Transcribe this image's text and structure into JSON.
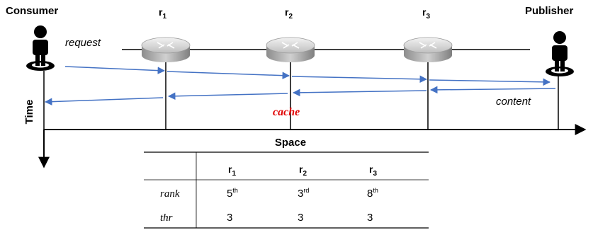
{
  "labels": {
    "consumer": "Consumer",
    "publisher": "Publisher",
    "request": "request",
    "content": "content",
    "cache": "cache",
    "time_axis": "Time",
    "space_axis": "Space"
  },
  "routers": [
    {
      "base": "r",
      "sub": "1"
    },
    {
      "base": "r",
      "sub": "2"
    },
    {
      "base": "r",
      "sub": "3"
    }
  ],
  "table": {
    "columns": [
      {
        "base": "r",
        "sub": "1"
      },
      {
        "base": "r",
        "sub": "2"
      },
      {
        "base": "r",
        "sub": "3"
      }
    ],
    "rows": [
      {
        "label": "rank",
        "values": [
          {
            "v": "5",
            "sup": "th"
          },
          {
            "v": "3",
            "sup": "rd"
          },
          {
            "v": "8",
            "sup": "th"
          }
        ]
      },
      {
        "label": "thr",
        "values": [
          {
            "v": "3",
            "sup": ""
          },
          {
            "v": "3",
            "sup": ""
          },
          {
            "v": "3",
            "sup": ""
          }
        ]
      }
    ]
  },
  "colors": {
    "arrow": "#4472c4",
    "cache": "#e00000",
    "line": "#000000",
    "router_top": "#d9d9d9",
    "router_body": "#a6a6a6"
  },
  "icons": [
    "person-icon",
    "router-icon"
  ]
}
